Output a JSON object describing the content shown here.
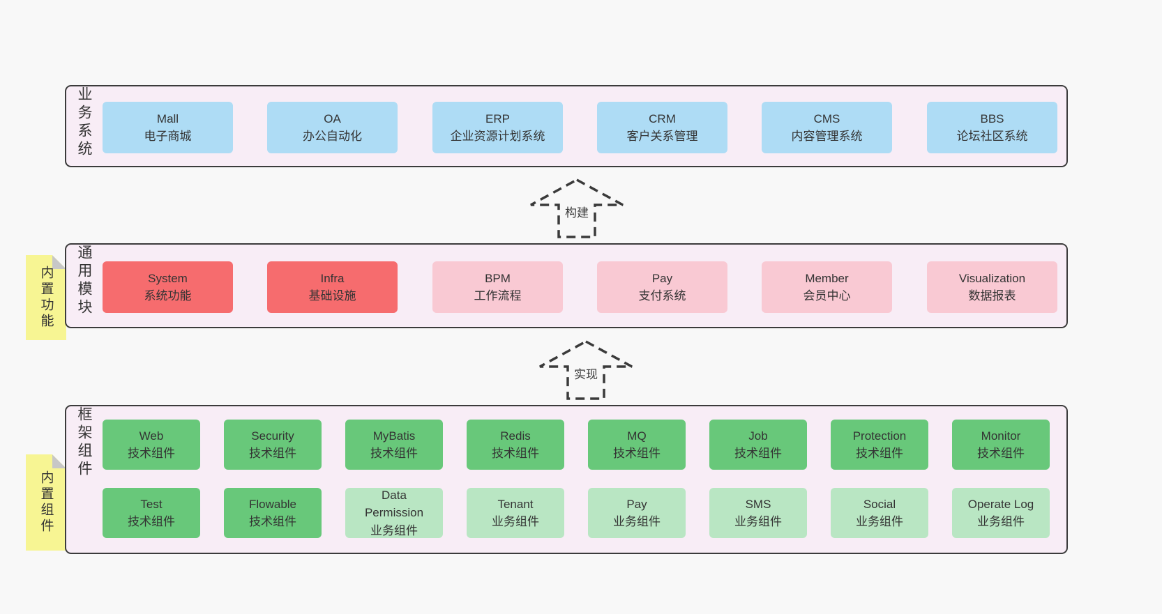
{
  "colors": {
    "page_bg": "#f8f8f8",
    "container_bg": "#f8edf6",
    "container_border": "#3b3b3b",
    "business_box": "#aedcf5",
    "core_module_box": "#f66c6e",
    "extra_module_box": "#f9c9d3",
    "tech_component_box": "#68c87a",
    "biz_component_box": "#b9e6c3",
    "sticky_note": "#f7f593",
    "sticky_fold": "#c7c7c7",
    "text": "#333333"
  },
  "arrows": [
    {
      "label": "构建"
    },
    {
      "label": "实现"
    }
  ],
  "sections": [
    {
      "label": "业务系统",
      "items": [
        {
          "name": "Mall",
          "subtitle": "电子商城"
        },
        {
          "name": "OA",
          "subtitle": "办公自动化"
        },
        {
          "name": "ERP",
          "subtitle": "企业资源计划系统"
        },
        {
          "name": "CRM",
          "subtitle": "客户关系管理"
        },
        {
          "name": "CMS",
          "subtitle": "内容管理系统"
        },
        {
          "name": "BBS",
          "subtitle": "论坛社区系统"
        }
      ]
    },
    {
      "label": "通用模块",
      "sticky": "内置功能",
      "items": [
        {
          "name": "System",
          "subtitle": "系统功能"
        },
        {
          "name": "Infra",
          "subtitle": "基础设施"
        },
        {
          "name": "BPM",
          "subtitle": "工作流程"
        },
        {
          "name": "Pay",
          "subtitle": "支付系统"
        },
        {
          "name": "Member",
          "subtitle": "会员中心"
        },
        {
          "name": "Visualization",
          "subtitle": "数据报表"
        }
      ]
    },
    {
      "label": "框架组件",
      "sticky": "内置组件",
      "items": [
        {
          "name": "Web",
          "subtitle": "技术组件"
        },
        {
          "name": "Security",
          "subtitle": "技术组件"
        },
        {
          "name": "MyBatis",
          "subtitle": "技术组件"
        },
        {
          "name": "Redis",
          "subtitle": "技术组件"
        },
        {
          "name": "MQ",
          "subtitle": "技术组件"
        },
        {
          "name": "Job",
          "subtitle": "技术组件"
        },
        {
          "name": "Protection",
          "subtitle": "技术组件"
        },
        {
          "name": "Monitor",
          "subtitle": "技术组件"
        },
        {
          "name": "Test",
          "subtitle": "技术组件"
        },
        {
          "name": "Flowable",
          "subtitle": "技术组件"
        },
        {
          "name": "Data Permission",
          "subtitle": "业务组件"
        },
        {
          "name": "Tenant",
          "subtitle": "业务组件"
        },
        {
          "name": "Pay",
          "subtitle": "业务组件"
        },
        {
          "name": "SMS",
          "subtitle": "业务组件"
        },
        {
          "name": "Social",
          "subtitle": "业务组件"
        },
        {
          "name": "Operate Log",
          "subtitle": "业务组件"
        }
      ]
    }
  ]
}
